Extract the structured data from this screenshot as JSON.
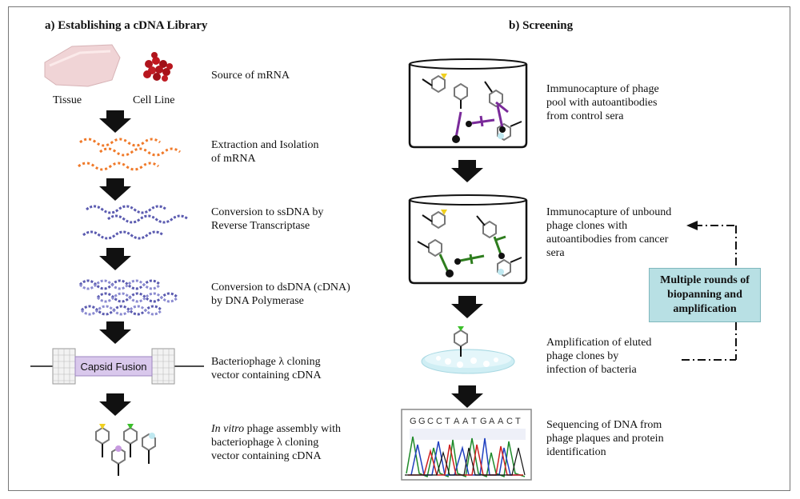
{
  "headings": {
    "library": "a) Establishing a cDNA Library",
    "screening": "b) Screening"
  },
  "library_labels": {
    "tissue": "Tissue",
    "cell_line": "Cell Line",
    "capsid": "Capsid Fusion"
  },
  "library_steps": [
    {
      "line1": "Source of mRNA",
      "line2": ""
    },
    {
      "line1": "Extraction and Isolation",
      "line2": "of mRNA"
    },
    {
      "line1": "Conversion to ssDNA by",
      "line2": "Reverse Transcriptase"
    },
    {
      "line1": "Conversion to dsDNA (cDNA)",
      "line2": "by DNA Polymerase"
    },
    {
      "line1": "Bacteriophage λ cloning",
      "line2": "vector containing cDNA"
    },
    {
      "line1_italic": "In vitro",
      "line1": " phage assembly with",
      "line2": "bacteriophage λ cloning",
      "line3": "vector containing cDNA"
    }
  ],
  "screening_steps": [
    {
      "line1": "Immunocapture of phage",
      "line2": "pool with autoantibodies",
      "line3": "from control sera"
    },
    {
      "line1": "Immunocapture of unbound",
      "line2": "phage clones with",
      "line3": "autoantibodies from cancer",
      "line4": "sera"
    },
    {
      "line1": "Amplification of eluted",
      "line2": "phage clones by",
      "line3": "infection of bacteria"
    },
    {
      "line1": "Sequencing of DNA from",
      "line2": "phage plaques and protein",
      "line3": "identification"
    }
  ],
  "rounds_box": "Multiple rounds of\nbiopanning and\namplification",
  "sequence": [
    "G",
    "G",
    "C",
    "C",
    "T",
    "A",
    "A",
    "T",
    "G",
    "A",
    "A",
    "C",
    "T"
  ],
  "colors": {
    "purple_antibody": "#7a2a9a",
    "green_antibody": "#2e7d1e",
    "mrna": "#f07a2a",
    "ssdna": "#5b5bb0",
    "box_fill": "#b8e0e4",
    "tissue": "#f0d4d6",
    "cells": "#b0141c"
  }
}
